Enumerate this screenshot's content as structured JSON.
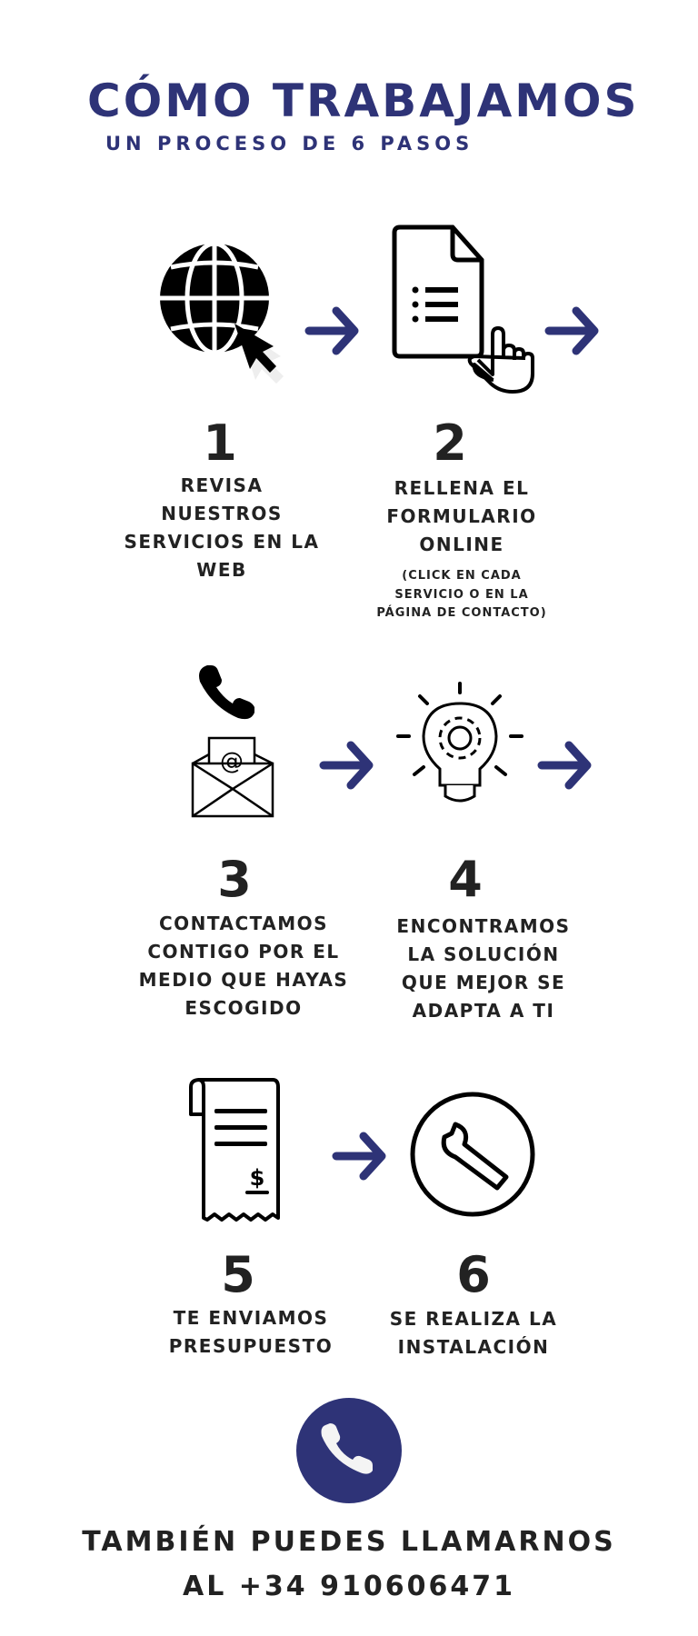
{
  "header": {
    "title": "CÓMO TRABAJAMOS",
    "subtitle": "UN PROCESO DE 6 PASOS"
  },
  "colors": {
    "accent": "#2e3377",
    "text": "#222222"
  },
  "steps": [
    {
      "number": "1",
      "icon": "globe-cursor-icon",
      "lines": [
        "REVISA",
        "NUESTROS",
        "SERVICIOS EN LA",
        "WEB"
      ]
    },
    {
      "number": "2",
      "icon": "form-document-icon",
      "lines": [
        "RELLENA EL",
        "FORMULARIO",
        "ONLINE"
      ],
      "note_lines": [
        "(CLICK EN CADA",
        "SERVICIO O EN LA",
        "PÁGINA DE CONTACTO)"
      ]
    },
    {
      "number": "3",
      "icon": "phone-email-icon",
      "lines": [
        "CONTACTAMOS",
        "CONTIGO POR EL",
        "MEDIO QUE HAYAS",
        "ESCOGIDO"
      ]
    },
    {
      "number": "4",
      "icon": "lightbulb-gear-icon",
      "lines": [
        "ENCONTRAMOS",
        "LA SOLUCIÓN",
        "QUE MEJOR SE",
        "ADAPTA A TI"
      ]
    },
    {
      "number": "5",
      "icon": "receipt-icon",
      "lines": [
        "TE ENVIAMOS",
        "PRESUPUESTO"
      ]
    },
    {
      "number": "6",
      "icon": "wrench-icon",
      "lines": [
        "SE REALIZA LA",
        "INSTALACIÓN"
      ]
    }
  ],
  "footer": {
    "line1": "TAMBIÉN PUEDES LLAMARNOS",
    "line2": "AL  +34 910606471"
  }
}
